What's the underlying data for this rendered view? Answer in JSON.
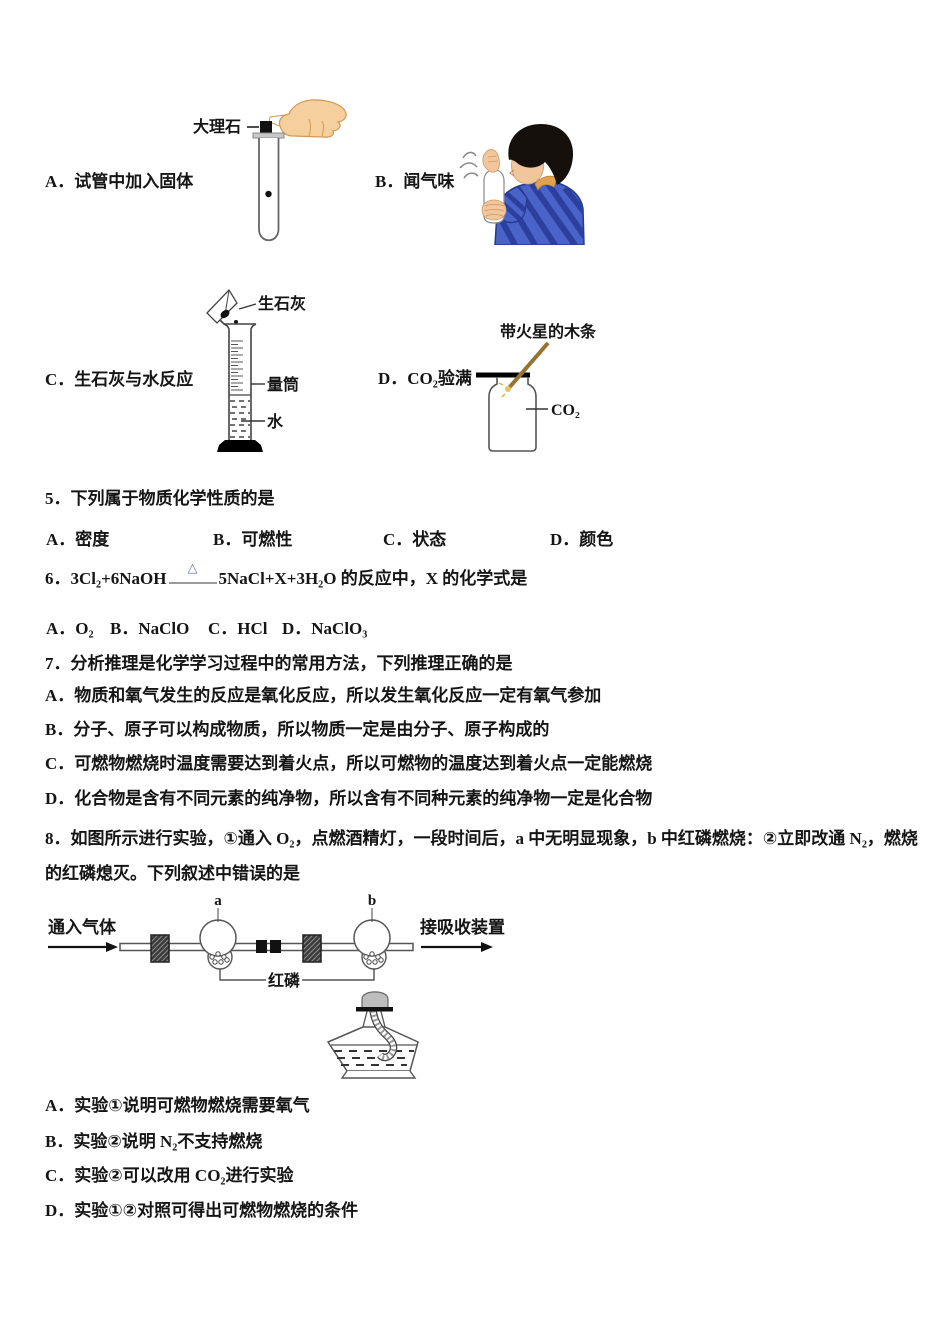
{
  "q4_options": {
    "a": {
      "label": "A．",
      "text": "试管中加入固体",
      "diagram": {
        "marble_label": "大理石"
      }
    },
    "b": {
      "label": "B．",
      "text": "闻气味"
    },
    "c": {
      "label": "C．",
      "text": "生石灰与水反应",
      "diagram": {
        "scoop_label": "生石灰",
        "cylinder_label": "量筒",
        "water_label": "水"
      }
    },
    "d": {
      "label": "D．",
      "text": "CO₂验满",
      "diagram": {
        "splint_label": "带火星的木条",
        "gas_label": "CO₂"
      }
    }
  },
  "q5": {
    "number": "5．",
    "stem": "下列属于物质化学性质的是",
    "options": [
      {
        "label": "A．",
        "text": "密度"
      },
      {
        "label": "B．",
        "text": "可燃性"
      },
      {
        "label": "C．",
        "text": "状态"
      },
      {
        "label": "D．",
        "text": "颜色"
      }
    ]
  },
  "q6": {
    "number": "6．",
    "eq_left": "3Cl₂+6NaOH",
    "condition": "△",
    "eq_right": "5NaCl+X+3H₂O",
    "stem_suffix": " 的反应中，X 的化学式是",
    "options": [
      {
        "label": "A．",
        "text": "O₂"
      },
      {
        "label": "B．",
        "text": "NaClO"
      },
      {
        "label": "C．",
        "text": "HCl"
      },
      {
        "label": "D．",
        "text": "NaClO₃"
      }
    ]
  },
  "q7": {
    "number": "7．",
    "stem": "分析推理是化学学习过程中的常用方法，下列推理正确的是",
    "options": [
      {
        "label": "A．",
        "text": "物质和氧气发生的反应是氧化反应，所以发生氧化反应一定有氧气参加"
      },
      {
        "label": "B．",
        "text": "分子、原子可以构成物质，所以物质一定是由分子、原子构成的"
      },
      {
        "label": "C．",
        "text": "可燃物燃烧时温度需要达到着火点，所以可燃物的温度达到着火点一定能燃烧"
      },
      {
        "label": "D．",
        "text": "化合物是含有不同元素的纯净物，所以含有不同种元素的纯净物一定是化合物"
      }
    ]
  },
  "q8": {
    "number": "8．",
    "stem": "如图所示进行实验，①通入 O₂，点燃酒精灯，一段时间后，a 中无明显现象，b 中红磷燃烧：②立即改通 N₂，燃烧的红磷熄灭。下列叙述中错误的是",
    "diagram": {
      "inlet": "通入气体",
      "outlet": "接吸收装置",
      "label_a": "a",
      "label_b": "b",
      "phosphorus": "红磷"
    },
    "options": [
      {
        "label": "A．",
        "text": "实验①说明可燃物燃烧需要氧气"
      },
      {
        "label": "B．",
        "text": "实验②说明 N₂不支持燃烧"
      },
      {
        "label": "C．",
        "text": "实验②可以改用 CO₂进行实验"
      },
      {
        "label": "D．",
        "text": "实验①②对照可得出可燃物燃烧的条件"
      }
    ]
  },
  "colors": {
    "shirt_blue": "#4a63c8",
    "shirt_stripe": "#2b3f9e",
    "skin": "#f2c69c",
    "splint_brown": "#96732e",
    "lamp_cap_gray": "#bdbdbd",
    "condition_triangle": "#6b7fae"
  }
}
